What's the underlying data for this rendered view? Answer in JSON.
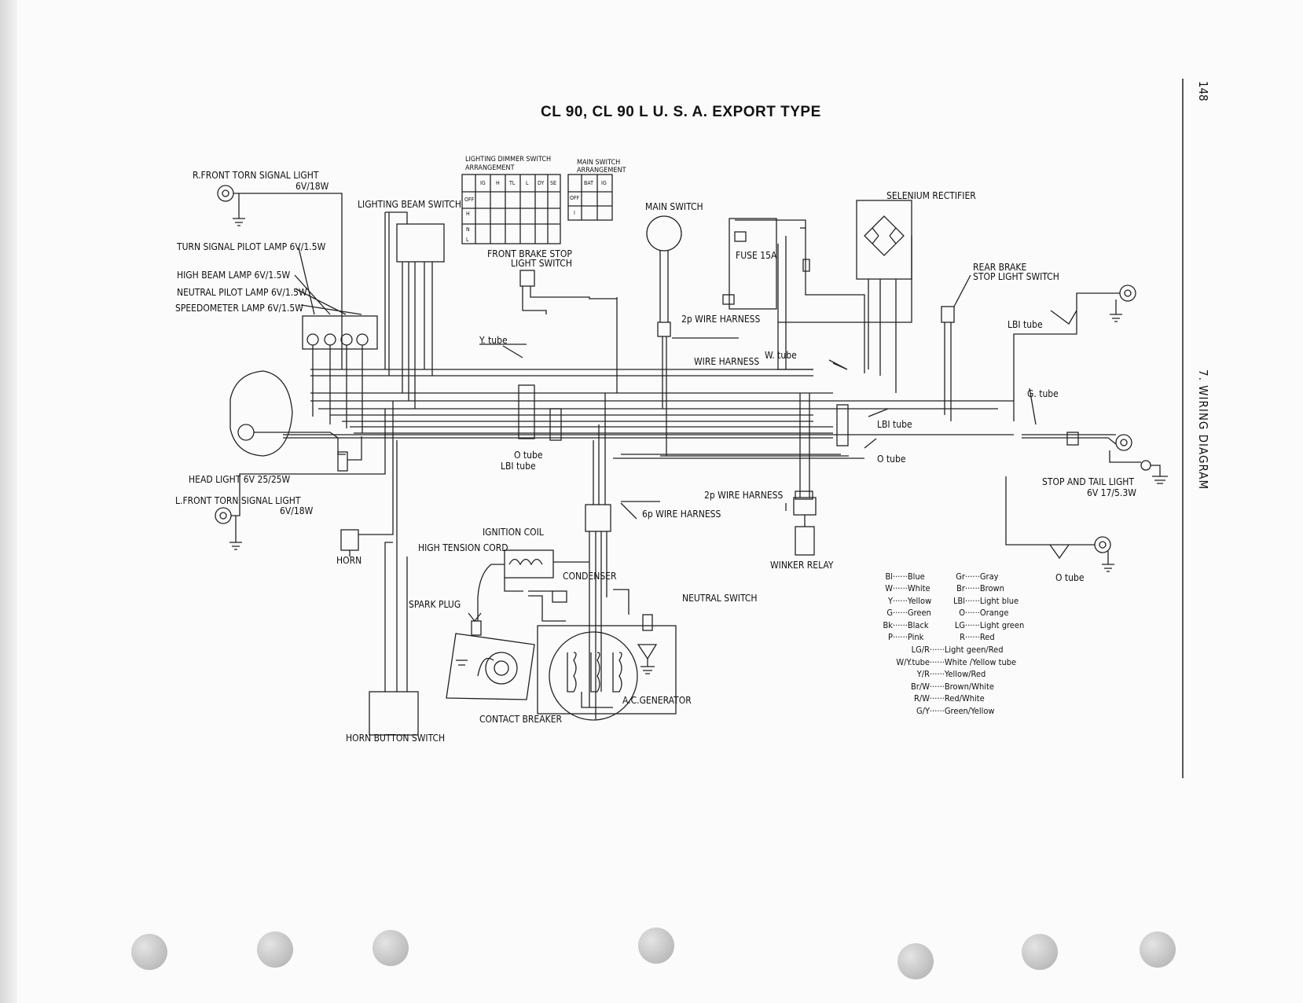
{
  "title": "CL 90,  CL 90 L  U. S. A.  EXPORT  TYPE",
  "page_number": "148",
  "section": "7.  WIRING DIAGRAM",
  "components": {
    "r_front_turn": "R.FRONT TORN SIGNAL LIGHT",
    "r_front_turn_spec": "6V/18W",
    "lighting_beam_switch": "LIGHTING BEAM SWITCH",
    "turn_pilot": "TURN SIGNAL PILOT LAMP 6V/1.5W",
    "high_beam": "HIGH BEAM LAMP 6V/1.5W",
    "neutral_pilot": "NEUTRAL PILOT LAMP 6V/1.5W",
    "speedometer": "SPEEDOMETER LAMP 6V/1.5W",
    "head_light": "HEAD LIGHT 6V 25/25W",
    "l_front_turn": "L.FRONT TORN SIGNAL LIGHT",
    "l_front_turn_spec": "6V/18W",
    "horn": "HORN",
    "horn_button": "HORN BUTTON SWITCH",
    "front_brake": "FRONT BRAKE STOP",
    "front_brake_2": "LIGHT SWITCH",
    "main_switch": "MAIN SWITCH",
    "fuse": "FUSE 15A",
    "selenium": "SELENIUM RECTIFIER",
    "rear_brake": "REAR BRAKE",
    "rear_brake_2": "STOP LIGHT SWITCH",
    "lbi_tube": "LBI tube",
    "g_tube": "G. tube",
    "stop_tail": "STOP AND TAIL LIGHT",
    "stop_tail_spec": "6V 17/5.3W",
    "o_tube": "O tube",
    "ignition_coil": "IGNITION COIL",
    "high_tension": "HIGH TENSION CORD",
    "condenser": "CONDENSER",
    "spark_plug": "SPARK PLUG",
    "contact_breaker": "CONTACT BREAKER",
    "ac_generator": "A.C.GENERATOR",
    "neutral_switch": "NEUTRAL SWITCH",
    "winker_relay": "WINKER RELAY",
    "wire_harness_2p_a": "2p WIRE HARNESS",
    "wire_harness_2p_b": "2p WIRE HARNESS",
    "wire_harness_6p": "6p WIRE HARNESS",
    "wire_harness": "WIRE HARNESS",
    "w_tube": "W. tube",
    "y_tube": "Y. tube",
    "o_tube_mid": "O tube",
    "lbi_tube_mid": "LBI tube",
    "lbi_tube_right": "LBI tube",
    "o_tube_right": "O tube",
    "o_tube_rear": "O tube"
  },
  "dimmer_table": {
    "title": "LIGHTING DIMMER SWITCH",
    "subtitle": "ARRANGEMENT",
    "headers": [
      "IG",
      "H",
      "TL",
      "L",
      "DY",
      "SE"
    ],
    "rows": [
      "OFF",
      "H",
      "N",
      "L"
    ]
  },
  "main_table": {
    "title": "MAIN SWITCH",
    "subtitle": "ARRANGEMENT",
    "headers": [
      "BAT",
      "IG"
    ],
    "rows": [
      "OFF",
      "I"
    ]
  },
  "legend": [
    [
      "Bl",
      "Blue"
    ],
    [
      "W",
      "White"
    ],
    [
      "Y",
      "Yellow"
    ],
    [
      "G",
      "Green"
    ],
    [
      "Bk",
      "Black"
    ],
    [
      "P",
      "Pink"
    ]
  ],
  "legend_right": [
    [
      "Gr",
      "Gray"
    ],
    [
      "Br",
      "Brown"
    ],
    [
      "LBl",
      "Light blue"
    ],
    [
      "O",
      "Orange"
    ],
    [
      "LG",
      "Light green"
    ],
    [
      "R",
      "Red"
    ]
  ],
  "legend_combo": [
    [
      "LG/R",
      "Light geen/Red"
    ],
    [
      "W/Y.tube",
      "White /Yellow tube"
    ],
    [
      "Y/R",
      "Yellow/Red"
    ],
    [
      "Br/W",
      "Brown/White"
    ],
    [
      "R/W",
      "Red/White"
    ],
    [
      "G/Y",
      "Green/Yellow"
    ]
  ]
}
